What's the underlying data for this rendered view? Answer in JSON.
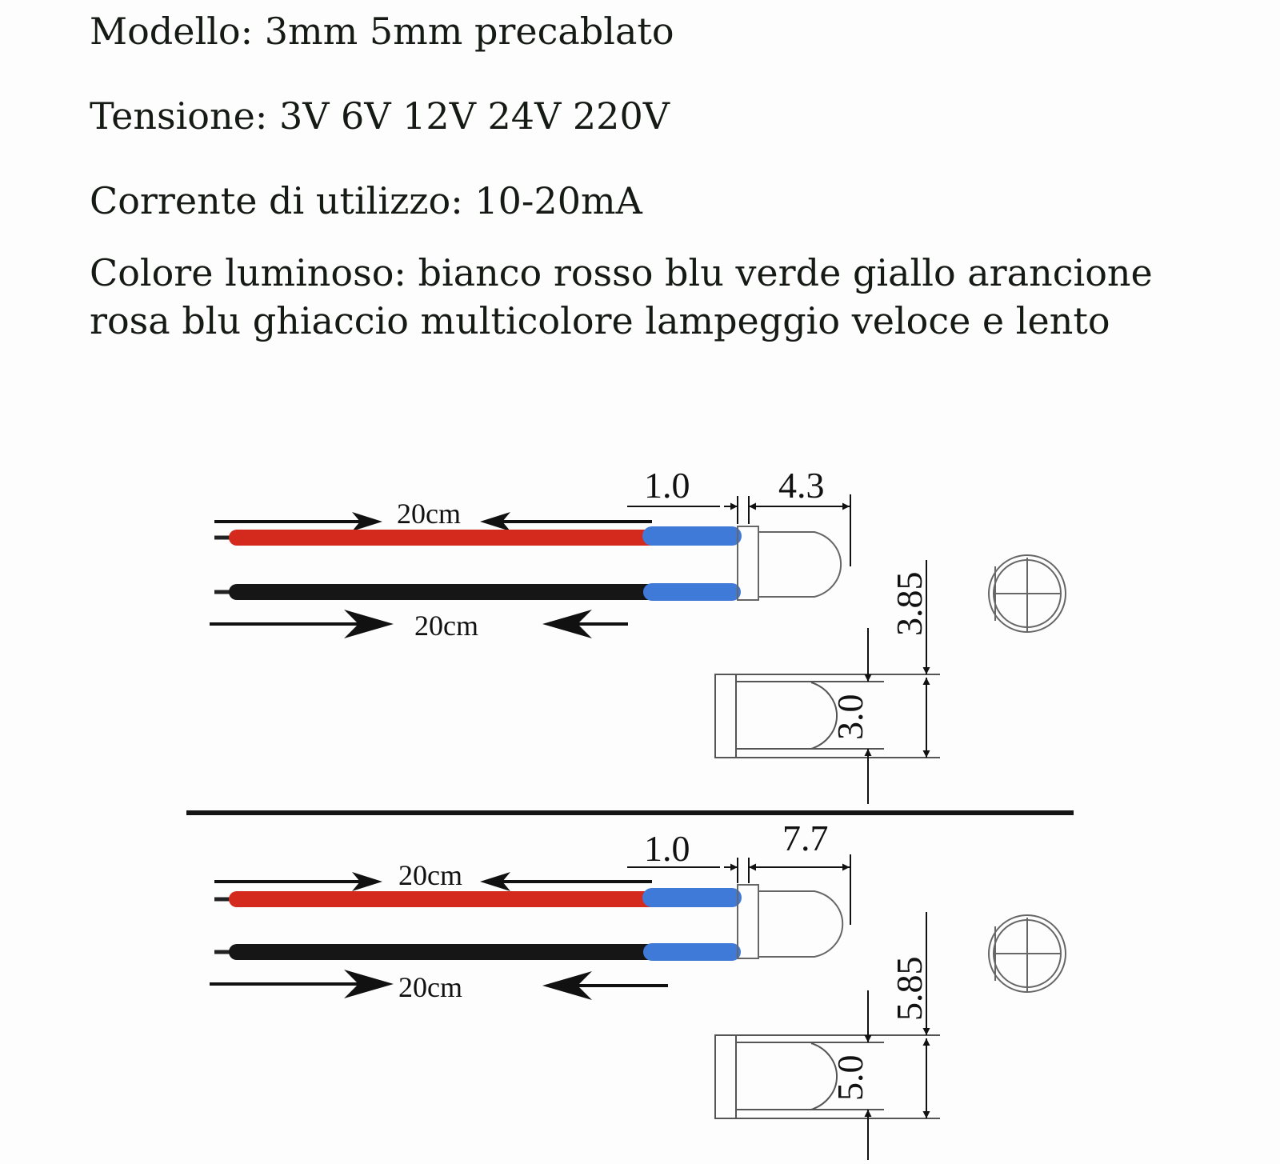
{
  "specs": [
    "Modello: 3mm 5mm precablato",
    "Tensione: 3V 6V 12V 24V 220V",
    "Corrente di utilizzo: 10-20mA",
    "Colore luminoso: bianco rosso blu verde giallo arancione",
    "rosa blu ghiaccio multicolore lampeggio veloce e lento"
  ],
  "led_3mm": {
    "wire_top_length": "20cm",
    "wire_bottom_length": "20cm",
    "lead_gap": "1.0",
    "body_length": "4.3",
    "flange_diameter": "3.85",
    "lens_diameter": "3.0"
  },
  "led_5mm": {
    "wire_top_length": "20cm",
    "wire_bottom_length": "20cm",
    "lead_gap": "1.0",
    "body_length": "7.7",
    "flange_diameter": "5.85",
    "lens_diameter": "5.0"
  },
  "colors": {
    "wire_positive": "#d42a1e",
    "wire_negative": "#161616",
    "sleeve": "#3f7ad8"
  }
}
